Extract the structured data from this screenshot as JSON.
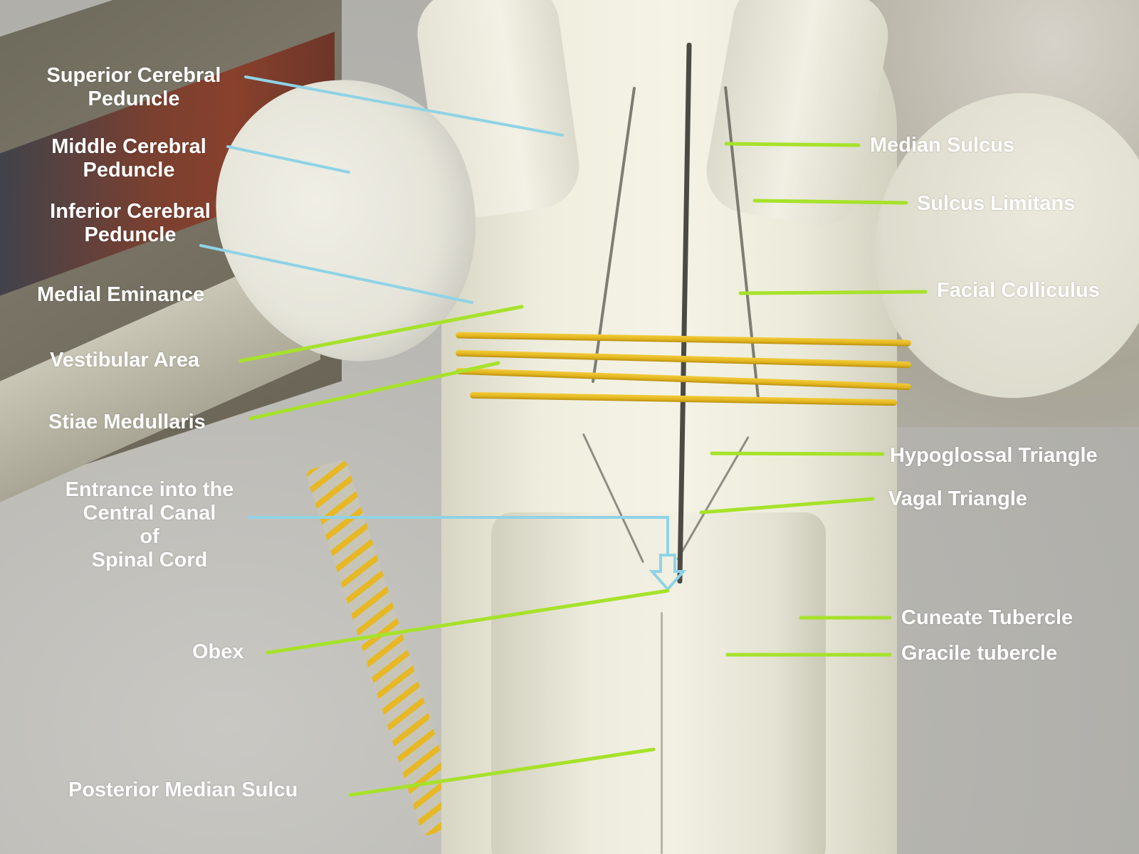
{
  "image": {
    "description": "Posterior view of a brainstem (floor of fourth ventricle) anatomical model with labels",
    "colors": {
      "label_text": "#ffffff",
      "leader_blue": "#8fd3e6",
      "leader_green": "#a6e22a"
    }
  },
  "labels_left": [
    {
      "id": "superior-cerebral-peduncle",
      "lines": [
        "Superior Cerebral",
        "Peduncle"
      ],
      "color": "blue"
    },
    {
      "id": "middle-cerebral-peduncle",
      "lines": [
        "Middle Cerebral",
        "Peduncle"
      ],
      "color": "blue"
    },
    {
      "id": "inferior-cerebral-peduncle",
      "lines": [
        "Inferior Cerebral",
        "Peduncle"
      ],
      "color": "blue"
    },
    {
      "id": "medial-eminance",
      "lines": [
        "Medial Eminance"
      ],
      "color": "green"
    },
    {
      "id": "vestibular-area",
      "lines": [
        "Vestibular Area"
      ],
      "color": "green"
    },
    {
      "id": "stiae-medullaris",
      "lines": [
        "Stiae Medullaris"
      ],
      "color": "green"
    },
    {
      "id": "central-canal-entrance",
      "lines": [
        "Entrance into the",
        "Central Canal",
        "of",
        "Spinal Cord"
      ],
      "color": "blue"
    },
    {
      "id": "obex",
      "lines": [
        "Obex"
      ],
      "color": "green"
    },
    {
      "id": "posterior-median-sulcus",
      "lines": [
        "Posterior Median Sulcu"
      ],
      "color": "green"
    }
  ],
  "labels_right": [
    {
      "id": "median-sulcus",
      "lines": [
        "Median Sulcus"
      ],
      "color": "green"
    },
    {
      "id": "sulcus-limitans",
      "lines": [
        "Sulcus Limitans"
      ],
      "color": "green"
    },
    {
      "id": "facial-colliculus",
      "lines": [
        "Facial Colliculus"
      ],
      "color": "green"
    },
    {
      "id": "hypoglossal-triangle",
      "lines": [
        "Hypoglossal Triangle"
      ],
      "color": "green"
    },
    {
      "id": "vagal-triangle",
      "lines": [
        "Vagal Triangle"
      ],
      "color": "green"
    },
    {
      "id": "cuneate-tubercle",
      "lines": [
        "Cuneate Tubercle"
      ],
      "color": "green"
    },
    {
      "id": "gracile-tubercle",
      "lines": [
        "Gracile tubercle"
      ],
      "color": "green"
    }
  ]
}
